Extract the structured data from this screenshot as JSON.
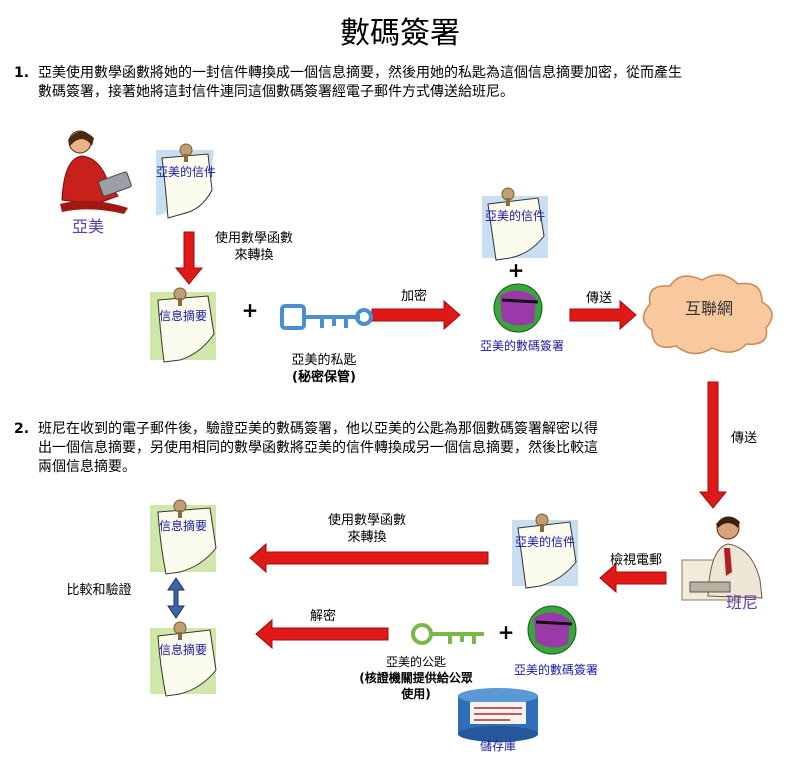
{
  "title": "數碼簽署",
  "step1": {
    "number": "1.",
    "text_line1": "亞美使用數學函數將她的一封信件轉換成一個信息摘要，然後用她的私匙為這個信息摘要加密，從而產生",
    "text_line2": "數碼簽署，接著她將這封信件連同這個數碼簽署經電子郵件方式傳送給班尼。"
  },
  "step2": {
    "number": "2.",
    "text_line1": "班尼在收到的電子郵件後，驗證亞美的數碼簽署，他以亞美的公匙為那個數碼簽署解密以得",
    "text_line2": "出一個信息摘要，另使用相同的數學函數將亞美的信件轉換成另一個信息摘要，然後比較這",
    "text_line3": "兩個信息摘要。"
  },
  "people": {
    "amy": "亞美",
    "benny": "班尼"
  },
  "notes": {
    "amy_letter": "亞美的信件",
    "digest": "信息摘要"
  },
  "labels": {
    "convert_line1": "使用數學函數",
    "convert_line2": "來轉換",
    "plus": "+",
    "encrypt": "加密",
    "send": "傳送",
    "internet": "互聯網",
    "private_key_line1": "亞美的私匙",
    "private_key_line2": "(秘密保管)",
    "digital_signature": "亞美的數碼簽署",
    "check_email": "檢視電郵",
    "compare_verify": "比較和驗證",
    "decrypt": "解密",
    "public_key_line1": "亞美的公匙",
    "public_key_line2": "(核證機關提供給公眾",
    "public_key_line3": "使用)",
    "repository": "儲存庫"
  },
  "colors": {
    "arrow_red": "#e01818",
    "arrow_blue": "#3a66b0",
    "note_green": "#cfe7a8",
    "note_blue": "#c8dff2",
    "cloud": "#f8c89e",
    "key_blue": "#4a8fd0",
    "key_green": "#7ab648"
  }
}
